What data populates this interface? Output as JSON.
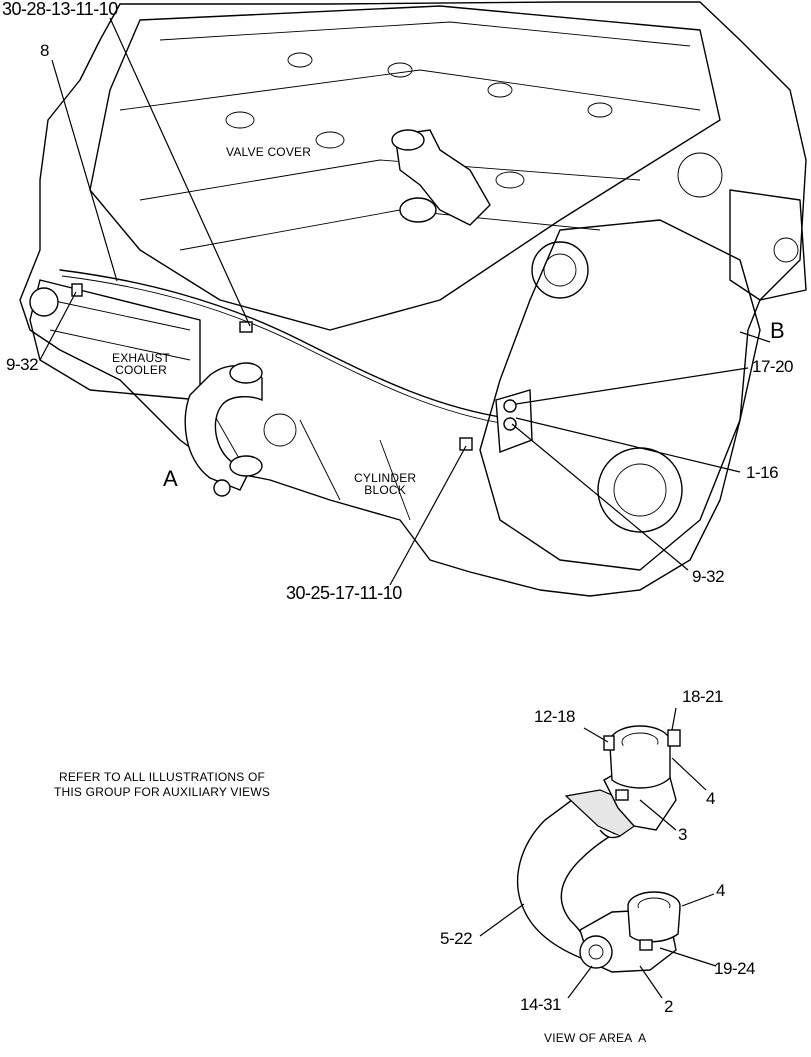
{
  "labels": {
    "ref_top": "30-28-13-11-10",
    "ref_bottom": "30-25-17-11-10",
    "callout_8": "8",
    "callout_9_32_left": "9-32",
    "callout_9_32_right": "9-32",
    "callout_17_20": "17-20",
    "callout_1_16": "1-16",
    "letter_a": "A",
    "letter_b": "B",
    "valve_cover": "VALVE COVER",
    "exhaust_cooler": "EXHAUST\nCOOLER",
    "cylinder_block": "CYLINDER\nBLOCK"
  },
  "note": "REFER TO ALL ILLUSTRATIONS OF\nTHIS GROUP FOR AUXILIARY VIEWS",
  "detail": {
    "callout_12_18": "12-18",
    "callout_18_21": "18-21",
    "callout_4_top": "4",
    "callout_3": "3",
    "callout_4_bottom": "4",
    "callout_5_22": "5-22",
    "callout_19_24": "19-24",
    "callout_14_31": "14-31",
    "callout_2": "2",
    "caption": "VIEW OF AREA  A"
  }
}
